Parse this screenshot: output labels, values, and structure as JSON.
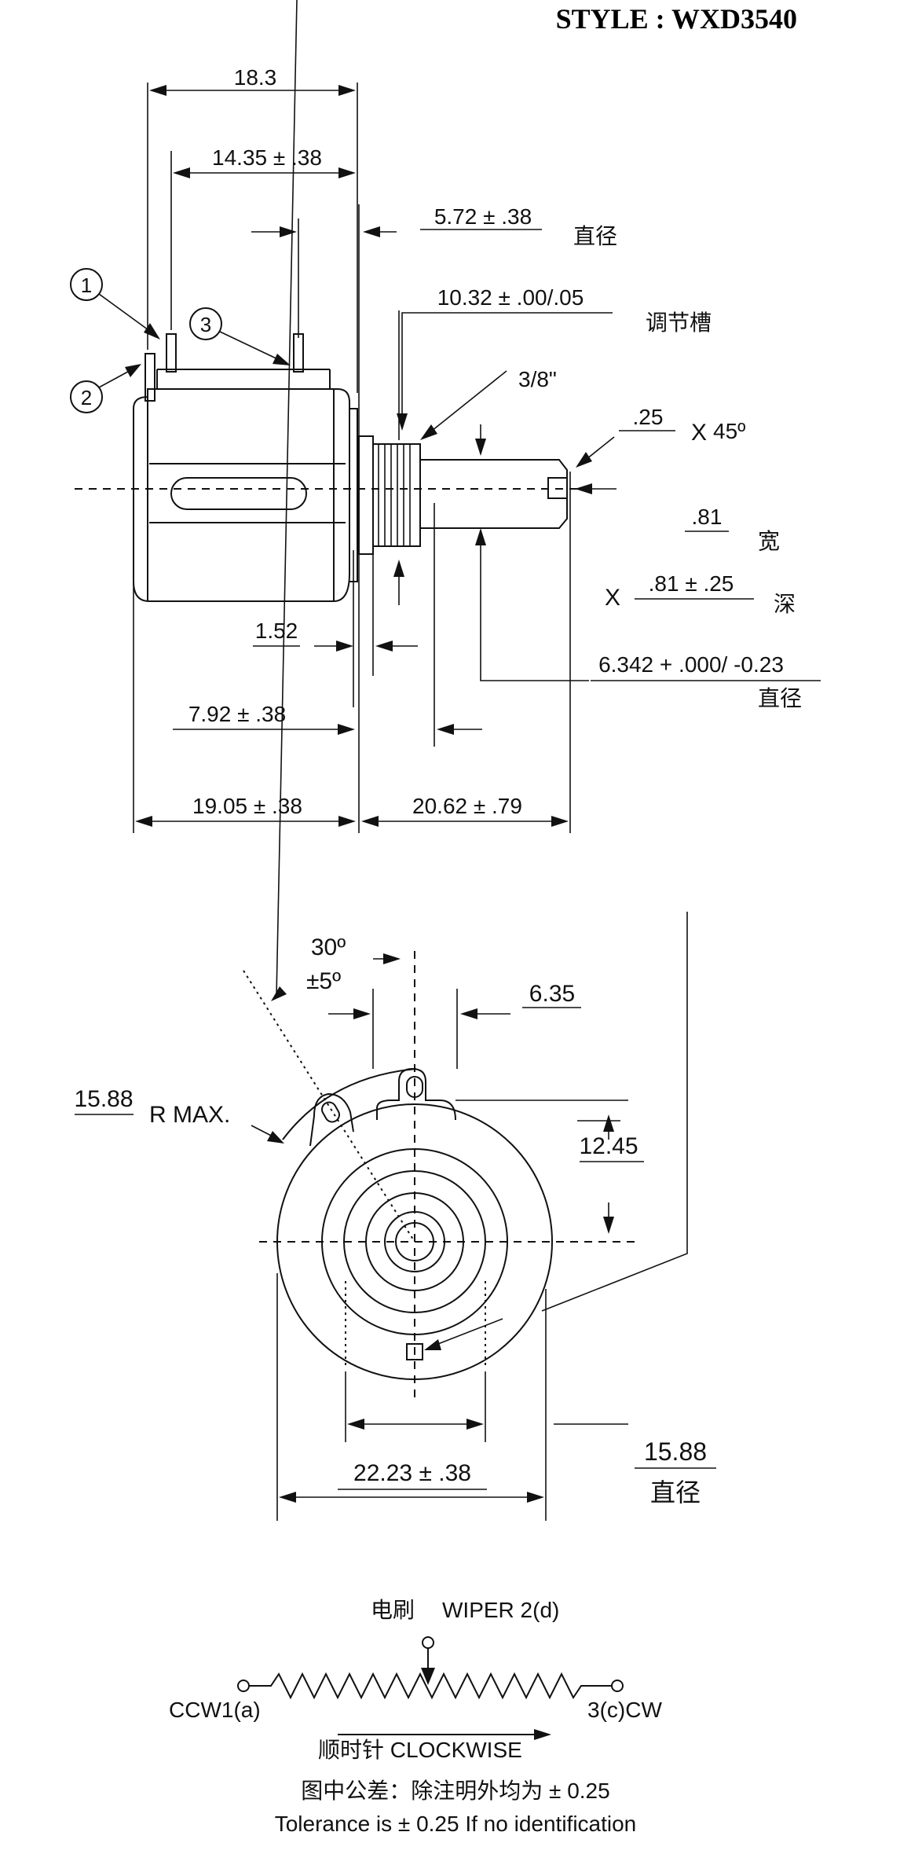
{
  "title": "STYLE : WXD3540",
  "side_view": {
    "dim_overall_top": "18.3",
    "dim_terminal_span": "14.35 ± .38",
    "dim_bushing_dia": "5.72 ± .38",
    "label_diameter_1": "直径",
    "dim_slot_dim": "10.32 ± .00/.05",
    "label_slot": "调节槽",
    "dim_thread": "3/8\"",
    "dim_chamfer": ".25",
    "label_chamfer_x": "X",
    "dim_chamfer_angle": "45º",
    "dim_slot_width": ".81",
    "label_width": "宽",
    "label_depth_x": "X",
    "dim_slot_depth": ".81 ± .25",
    "label_depth": "深",
    "dim_152": "1.52",
    "dim_shaft_dia": "6.342 + .000/ -0.23",
    "label_diameter_2": "直径",
    "dim_792": "7.92 ± .38",
    "dim_body_len": "19.05 ± .38",
    "dim_shaft_len": "20.62 ± .79",
    "callouts": [
      "1",
      "2",
      "3"
    ]
  },
  "front_view": {
    "dim_angle": "30º",
    "dim_angle_tol": "±5º",
    "dim_635": "6.35",
    "dim_rmax": "15.88",
    "label_rmax": "R MAX.",
    "dim_1245": "12.45",
    "dim_body_dia": "22.23 ± .38",
    "dim_1588": "15.88",
    "label_diameter_3": "直径"
  },
  "schematic": {
    "wiper_cn": "电刷",
    "wiper_en": "WIPER 2(d)",
    "ccw_label": "CCW1(a)",
    "cw_label": "3(c)CW",
    "clockwise_label": "顺时针  CLOCKWISE",
    "tolerance_cn": "图中公差：除注明外均为 ± 0.25",
    "tolerance_en": "Tolerance is ± 0.25 If no identification"
  }
}
